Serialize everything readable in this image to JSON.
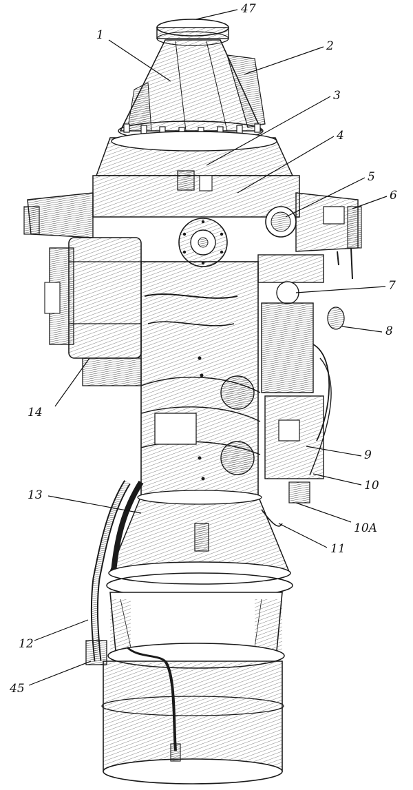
{
  "figure": {
    "labels": [
      {
        "id": "47",
        "text": "47"
      },
      {
        "id": "1",
        "text": "1"
      },
      {
        "id": "2",
        "text": "2"
      },
      {
        "id": "3",
        "text": "3"
      },
      {
        "id": "4",
        "text": "4"
      },
      {
        "id": "5",
        "text": "5"
      },
      {
        "id": "6",
        "text": "6"
      },
      {
        "id": "7",
        "text": "7"
      },
      {
        "id": "8",
        "text": "8"
      },
      {
        "id": "9",
        "text": "9"
      },
      {
        "id": "10",
        "text": "10"
      },
      {
        "id": "10A",
        "text": "10A"
      },
      {
        "id": "11",
        "text": "11"
      },
      {
        "id": "12",
        "text": "12"
      },
      {
        "id": "13",
        "text": "13"
      },
      {
        "id": "14",
        "text": "14"
      },
      {
        "id": "45",
        "text": "45"
      }
    ]
  },
  "colors": {
    "ink": "#1a1a1a",
    "paper": "#ffffff"
  }
}
